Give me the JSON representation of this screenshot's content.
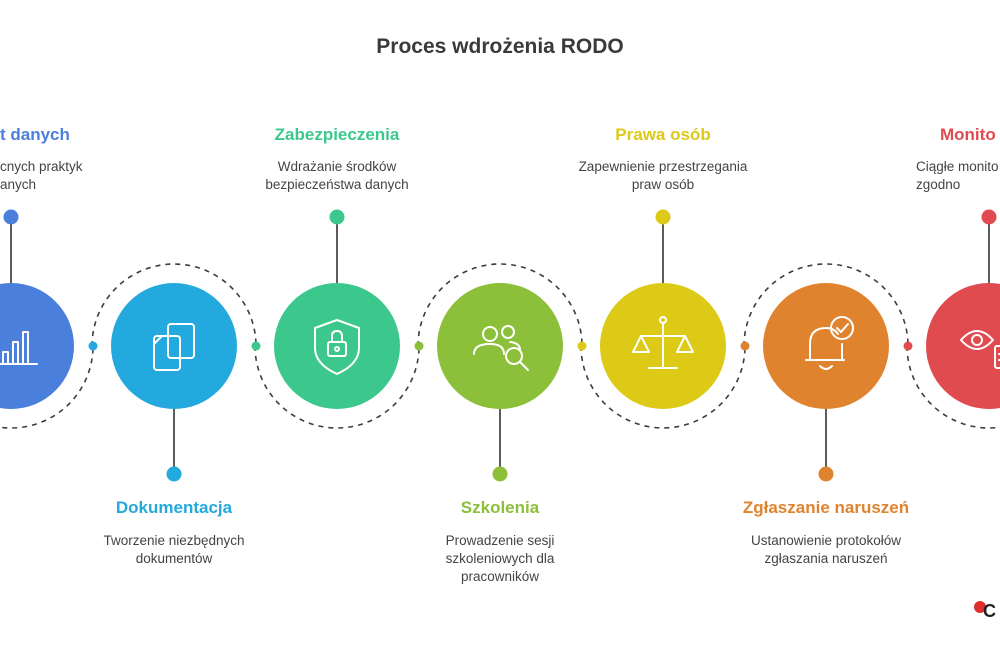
{
  "title": "Proces wdrożenia RODO",
  "steps": [
    {
      "label": "t danych",
      "desc": "cnych praktyk\nanych",
      "color": "#4a7fdc",
      "icon": "bar-chart-icon",
      "position": "top"
    },
    {
      "label": "Dokumentacja",
      "desc": "Tworzenie niezbędnych dokumentów",
      "color": "#23a9de",
      "icon": "documents-icon",
      "position": "bottom"
    },
    {
      "label": "Zabezpieczenia",
      "desc": "Wdrażanie środków bezpieczeństwa danych",
      "color": "#3cc88c",
      "icon": "shield-lock-icon",
      "position": "top"
    },
    {
      "label": "Szkolenia",
      "desc": "Prowadzenie sesji szkoleniowych dla pracowników",
      "color": "#8cbf3a",
      "icon": "users-search-icon",
      "position": "bottom"
    },
    {
      "label": "Prawa osób",
      "desc": "Zapewnienie przestrzegania praw osób",
      "color": "#dcca17",
      "icon": "scales-icon",
      "position": "top"
    },
    {
      "label": "Zgłaszanie naruszeń",
      "desc": "Ustanowienie protokołów zgłaszania naruszeń",
      "color": "#e0832e",
      "icon": "bell-check-icon",
      "position": "bottom"
    },
    {
      "label": "Monito",
      "desc": "Ciągłe monito\nzgodno",
      "color": "#e04b50",
      "icon": "eye-document-icon",
      "position": "top"
    }
  ],
  "logo": {
    "text": "C",
    "color": "#e02d2d"
  }
}
